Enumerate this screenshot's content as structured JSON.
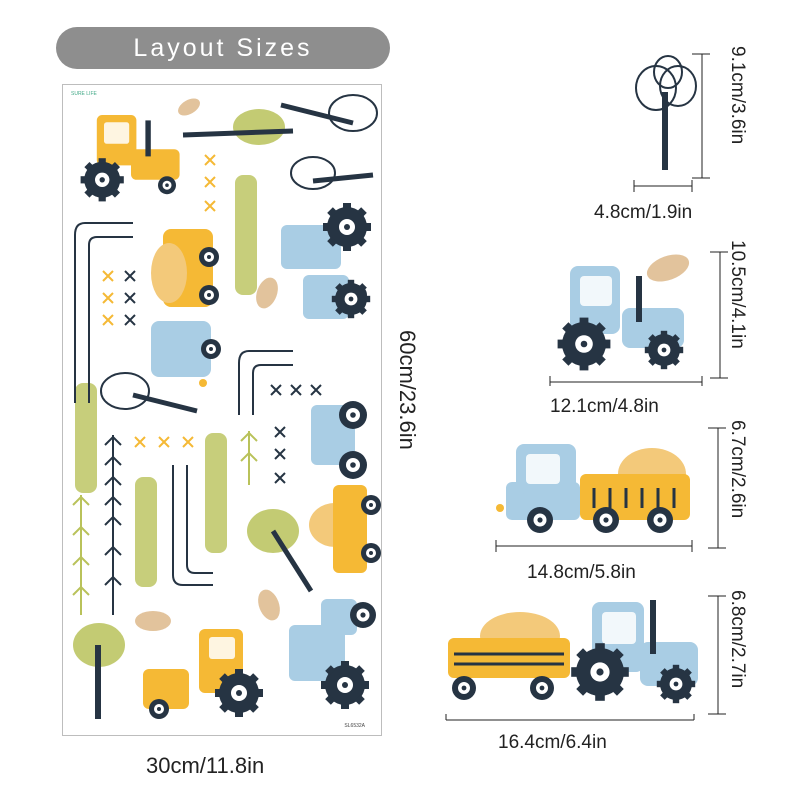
{
  "header": {
    "title": "Layout Sizes"
  },
  "sheet": {
    "brand": "SURE LIFE",
    "code": "SL6532A",
    "width_label": "30cm/11.8in",
    "height_label": "60cm/23.6in"
  },
  "items": [
    {
      "name": "tree",
      "width_label": "4.8cm/1.9in",
      "height_label": "9.1cm/3.6in"
    },
    {
      "name": "blue-tractor",
      "width_label": "12.1cm/4.8in",
      "height_label": "10.5cm/4.1in"
    },
    {
      "name": "dump-truck",
      "width_label": "14.8cm/5.8in",
      "height_label": "6.7cm/2.6in"
    },
    {
      "name": "tractor-with-trailer",
      "width_label": "16.4cm/6.4in",
      "height_label": "6.8cm/2.7in"
    }
  ],
  "colors": {
    "yellow": "#f5b935",
    "blue": "#a9cde4",
    "navy": "#263443",
    "olive": "#b9c25a",
    "sand": "#f3c97a",
    "leaf": "#e2c39c"
  }
}
